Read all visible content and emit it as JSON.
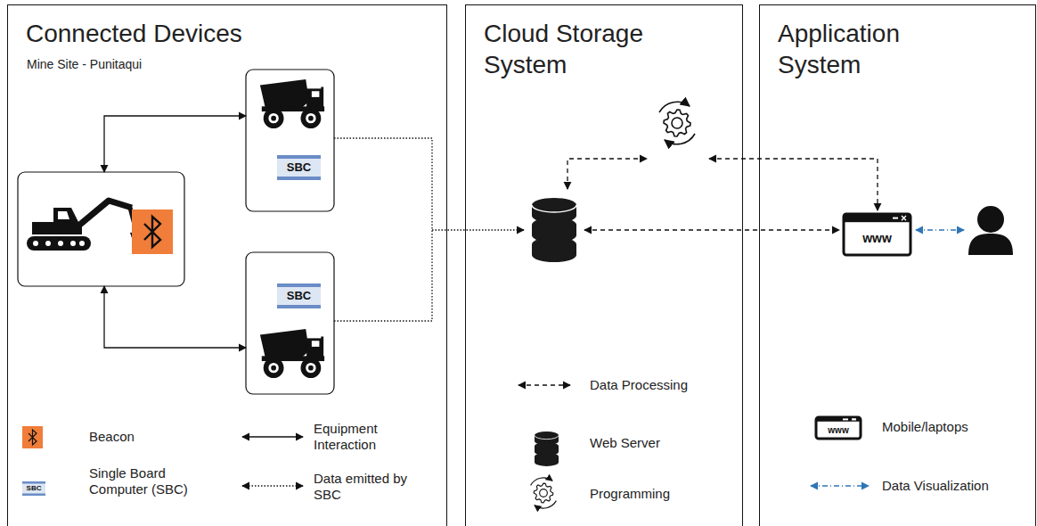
{
  "diagram": {
    "nodes": [
      {
        "text": [
          "Connected Devices",
          "Mine Site - Punitaqui"
        ]
      },
      {
        "text": [
          "SBC"
        ],
        "in": 0
      },
      {
        "text": [
          "SBC"
        ],
        "in": 0
      },
      {
        "text": [
          "Cloud Storage System"
        ]
      },
      {
        "text": [
          "Application System"
        ]
      }
    ],
    "labels": [
      "SBC",
      "www",
      "www"
    ],
    "legend": [
      {
        "text": "Beacon"
      },
      {
        "text": "Equipment Interaction"
      },
      {
        "text": "Single Board Computer (SBC)"
      },
      {
        "text": "Data emitted by SBC"
      },
      {
        "text": "Data Processing"
      },
      {
        "text": "Web Server"
      },
      {
        "text": "Programming"
      },
      {
        "text": "Mobile/laptops"
      },
      {
        "text": "Data Visualization"
      }
    ]
  }
}
